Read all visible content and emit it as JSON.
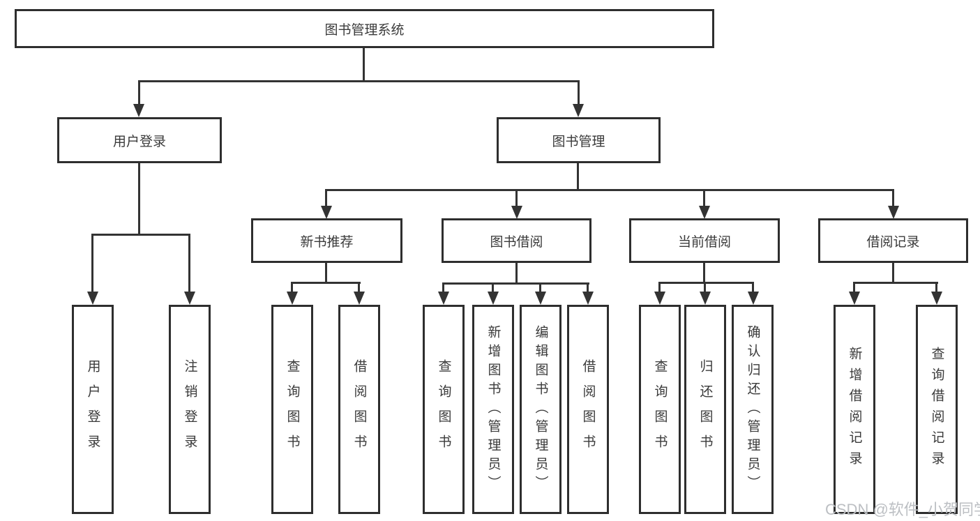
{
  "nodes": {
    "root": {
      "label": "图书管理系统"
    },
    "user_login": {
      "label": "用户登录"
    },
    "book_mgmt": {
      "label": "图书管理"
    },
    "new_book_rec": {
      "label": "新书推荐"
    },
    "book_borrow": {
      "label": "图书借阅"
    },
    "current_borrow": {
      "label": "当前借阅"
    },
    "borrow_records": {
      "label": "借阅记录"
    },
    "leaves": {
      "user_login": {
        "label": "用户登录",
        "parent": "用户登录"
      },
      "logout": {
        "label": "注销登录",
        "parent": "用户登录"
      },
      "rec_query_book": {
        "label": "查询图书",
        "parent": "新书推荐"
      },
      "rec_borrow_book": {
        "label": "借阅图书",
        "parent": "新书推荐"
      },
      "bb_query_book": {
        "label": "查询图书",
        "parent": "图书借阅"
      },
      "bb_add_book": {
        "label": "新增图书（管理员）",
        "parent": "图书借阅"
      },
      "bb_edit_book": {
        "label": "编辑图书（管理员）",
        "parent": "图书借阅"
      },
      "bb_borrow_book": {
        "label": "借阅图书",
        "parent": "图书借阅"
      },
      "cb_query_book": {
        "label": "查询图书",
        "parent": "当前借阅"
      },
      "cb_return_book": {
        "label": "归还图书",
        "parent": "当前借阅"
      },
      "cb_confirm_return": {
        "label": "确认归还（管理员）",
        "parent": "当前借阅"
      },
      "br_add_record": {
        "label": "新增借阅记录",
        "parent": "借阅记录"
      },
      "br_query_record": {
        "label": "查询借阅记录",
        "parent": "借阅记录"
      }
    }
  },
  "watermark": {
    "text": "CSDN @软件_小贺同学"
  },
  "colors": {
    "line": "#333333",
    "border": "#2e2e2e",
    "text": "#3a3a3a",
    "background": "#ffffff",
    "watermark": "#bcbfc3"
  }
}
